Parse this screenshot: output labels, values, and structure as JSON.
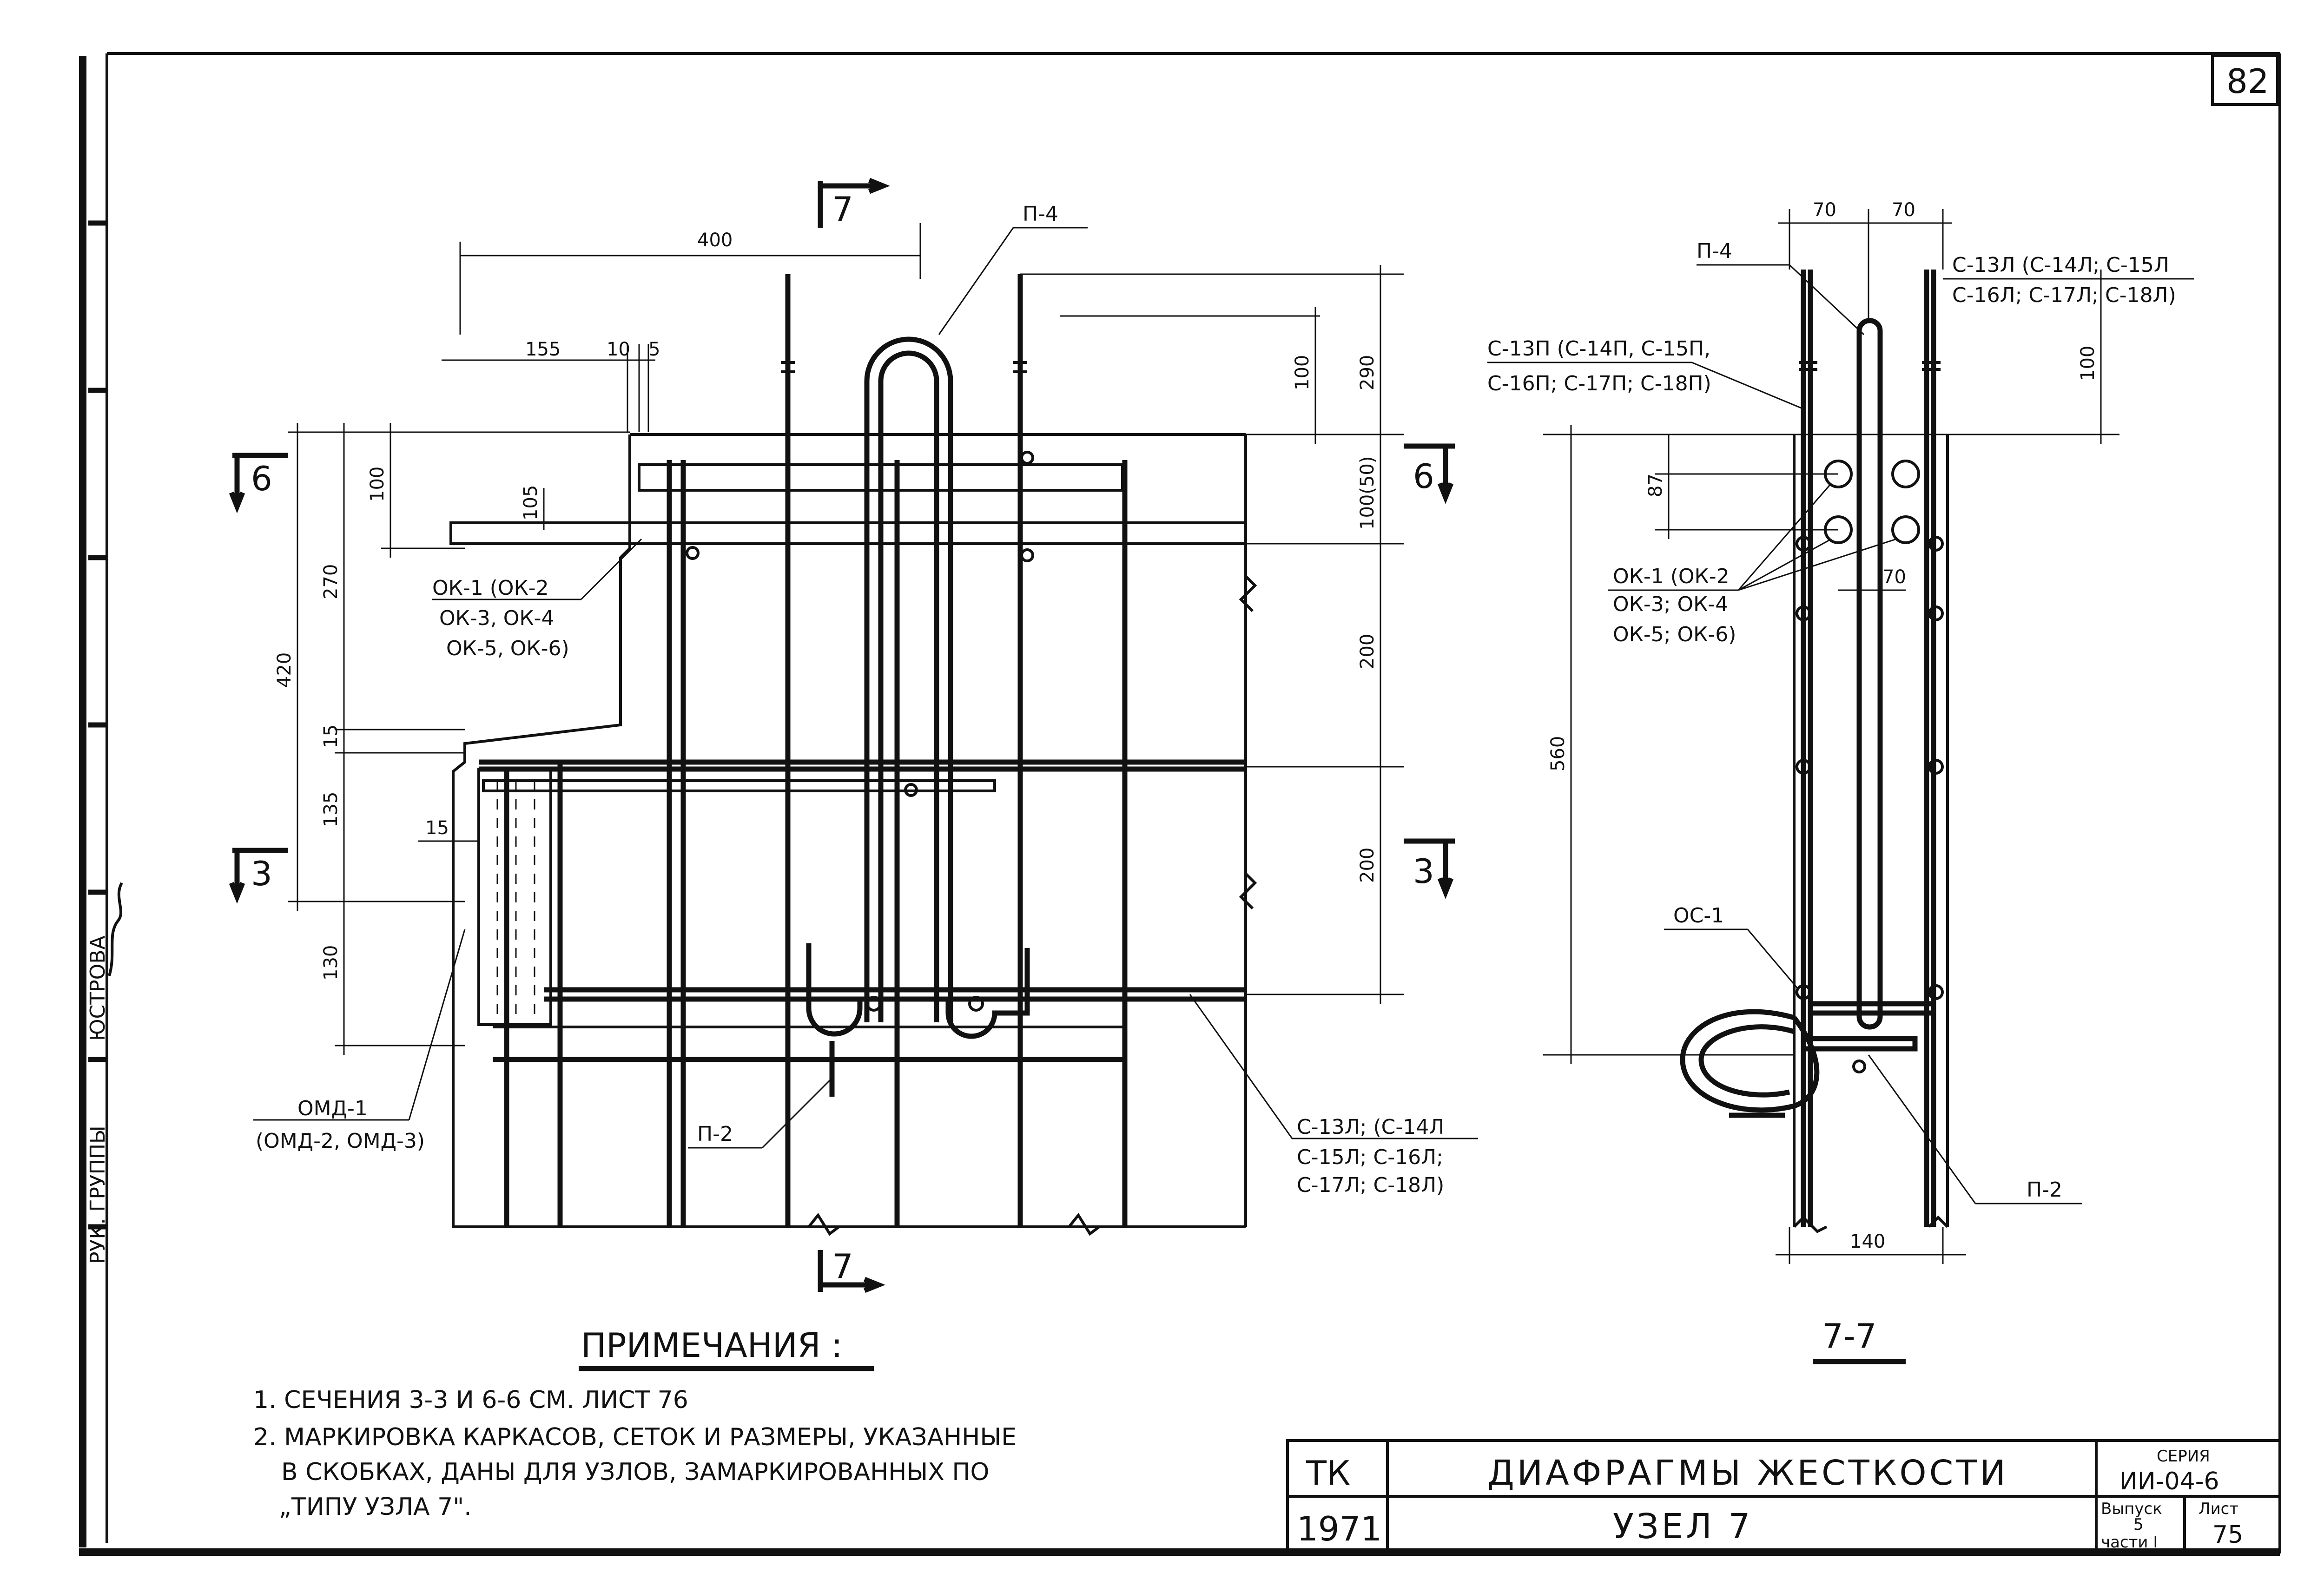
{
  "sheet_number": "82",
  "left_elevation": {
    "section_marks": {
      "top": "7",
      "bottom": "7",
      "left_upper": "6",
      "right_upper": "6",
      "left_lower": "3",
      "right_lower": "3"
    },
    "dimensions": {
      "d400": "400",
      "d155": "155",
      "d10": "10",
      "d5": "5",
      "d100_top": "100",
      "d290": "290",
      "d100_left": "100",
      "d105": "105",
      "d270": "270",
      "d420": "420",
      "d15_v": "15",
      "d135": "135",
      "d15_h": "15",
      "d130": "130",
      "d100_50": "100(50)",
      "d200_a": "200",
      "d200_b": "200"
    },
    "labels": {
      "p4": "П-4",
      "ok_line1": "ОК-1 (ОК-2",
      "ok_line2": "ОК-3, ОК-4",
      "ok_line3": "ОК-5, ОК-6)",
      "omd_line1": "ОМД-1",
      "omd_line2": "(ОМД-2, ОМД-3)",
      "p2": "П-2",
      "c13l_line1": "С-13Л; (С-14Л",
      "c13l_line2": "С-15Л; С-16Л;",
      "c13l_line3": "С-17Л; С-18Л)"
    }
  },
  "section_77": {
    "title": "7-7",
    "dimensions": {
      "d70_a": "70",
      "d70_b": "70",
      "d100": "100",
      "d87": "87",
      "d70_c": "70",
      "d560": "560",
      "d140": "140"
    },
    "labels": {
      "p4": "П-4",
      "c13l_line1": "С-13Л (С-14Л; С-15Л",
      "c13l_line2": "С-16Л; С-17Л; С-18Л)",
      "c13p_line1": "С-13П (С-14П, С-15П,",
      "c13p_line2": "С-16П; С-17П; С-18П)",
      "ok_line1": "ОК-1 (ОК-2",
      "ok_line2": "ОК-3; ОК-4",
      "ok_line3": "ОК-5; ОК-6)",
      "oc1": "ОС-1",
      "p2": "П-2"
    }
  },
  "notes": {
    "heading": "ПРИМЕЧАНИЯ :",
    "line1": "1. СЕЧЕНИЯ    3-3  И 6-6  СМ. ЛИСТ 76",
    "line2": "2. МАРКИРОВКА  КАРКАСОВ, СЕТОК  И  РАЗМЕРЫ, УКАЗАННЫЕ",
    "line3": "В СКОБКАХ, ДАНЫ ДЛЯ УЗЛОВ, ЗАМАРКИРОВАННЫХ ПО",
    "line4": "„ТИПУ  УЗЛА  7\"."
  },
  "side_stamp": "РУК. ГРУППЫ",
  "side_stamp_name": "ЮСТРОВА",
  "title_block": {
    "org": "ТК",
    "year": "1971",
    "title": "ДИАФРАГМЫ  ЖЕСТКОСТИ",
    "subtitle": "УЗЕЛ 7",
    "series_label": "СЕРИЯ",
    "series_value": "ИИ-04-6",
    "issue_label": "Выпуск",
    "issue_value": "5",
    "part_label": "части I",
    "sheet_label": "Лист",
    "sheet_value": "75"
  }
}
